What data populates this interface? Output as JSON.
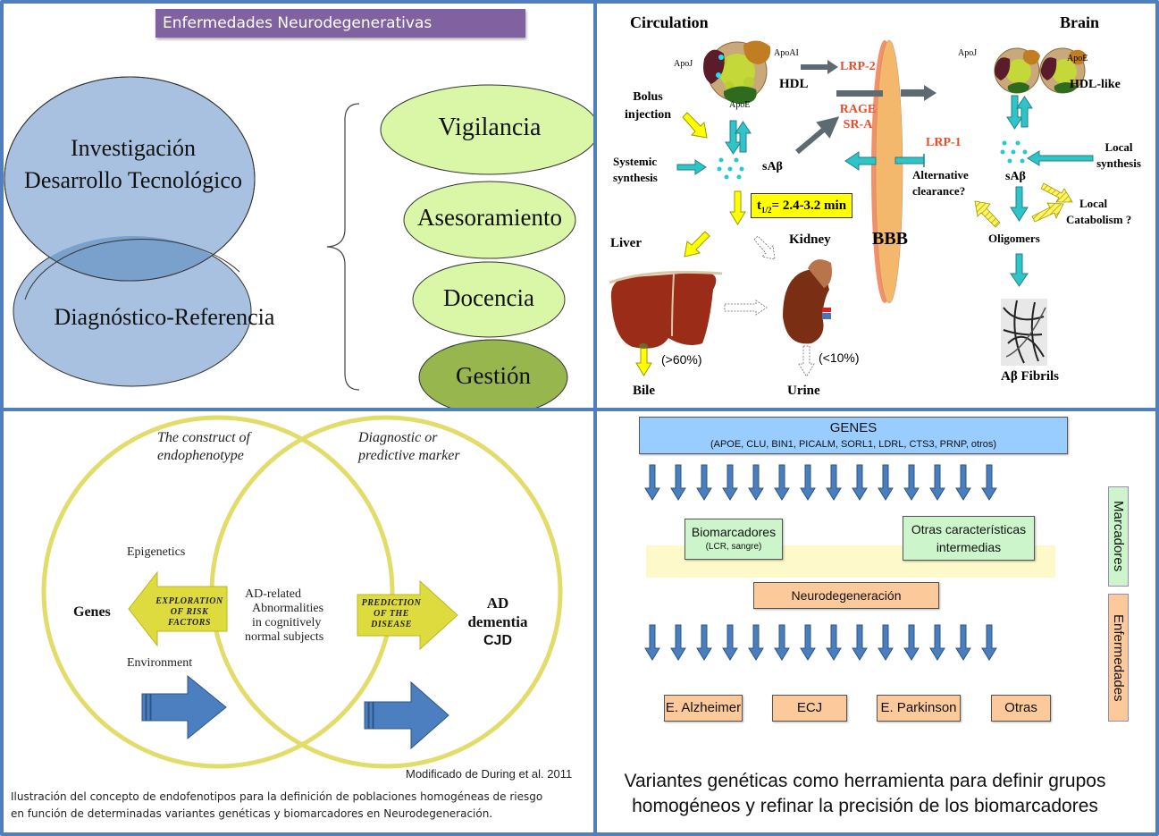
{
  "panel_top_left": {
    "title": "Enfermedades Neurodegenerativas",
    "ellipse_top": [
      "Investigación",
      "Desarrollo Tecnológico"
    ],
    "ellipse_bottom": "Diagnóstico-Referencia",
    "activities": [
      "Vigilancia",
      "Asesoramiento",
      "Docencia",
      "Gestión"
    ],
    "colors": {
      "title_bg": "#8062a0",
      "ellipse_fill": "#a8c1e0",
      "ellipse_overlap": "#7aa0cc",
      "activity_light": "#d9f7a6",
      "activity_dark": "#97b64e"
    }
  },
  "panel_top_right": {
    "circulation": "Circulation",
    "brain": "Brain",
    "apoj": "ApoJ",
    "apoai": "ApoAI",
    "apoe": "ApoE",
    "hdl": "HDL",
    "hdl_like": "HDL-like",
    "lrp2": "LRP-2",
    "rage": "RAGE",
    "sra": "SR-A",
    "lrp1": "LRP-1",
    "bolus": [
      "Bolus",
      "injection"
    ],
    "systemic": [
      "Systemic",
      "synthesis"
    ],
    "sab": "sAβ",
    "half_life": "= 2.4-3.2 min",
    "half_life_t": "t",
    "half_life_sub": "1/2",
    "liver": "Liver",
    "kidney": "Kidney",
    "bbb": "BBB",
    "bile": "Bile",
    "urine": "Urine",
    "bile_pct": "(>60%)",
    "urine_pct": "(<10%)",
    "alternative": [
      "Alternative",
      "clearance?"
    ],
    "local_synthesis": [
      "Local",
      "synthesis"
    ],
    "local_catabolism": [
      "Local",
      "Catabolism ?"
    ],
    "oligomers": "Oligomers",
    "fibrils": "Aβ Fibrils"
  },
  "panel_bottom_left": {
    "construct": [
      "The construct of",
      "endophenotype"
    ],
    "diagnostic": [
      "Diagnostic or",
      "predictive marker"
    ],
    "epigenetics": "Epigenetics",
    "genes": "Genes",
    "environment": "Environment",
    "exploration": [
      "EXPLORATION",
      "OF RISK",
      "FACTORS"
    ],
    "prediction": [
      "PREDICTION",
      "OF THE",
      "DISEASE"
    ],
    "ad_related": [
      "AD-related",
      "Abnormalities",
      "in cognitively",
      "normal subjects"
    ],
    "ad": "AD",
    "dementia": "dementia",
    "cjd": "CJD",
    "credit": "Modificado de During et al. 2011",
    "caption": [
      "Ilustración del concepto de endofenotipos para la definición de poblaciones homogéneas de riesgo",
      "en función de determinadas variantes genéticas y biomarcadores en Neurodegeneración."
    ]
  },
  "panel_bottom_right": {
    "genes_title": "GENES",
    "genes_list": "(APOE, CLU, BIN1, PICALM,  SORL1, LDRL, CTS3, PRNP, otros)",
    "biomarcadores": "Biomarcadores",
    "biomarcadores_sub": "(LCR, sangre)",
    "otras_caracteristicas": [
      "Otras características",
      "intermedias"
    ],
    "neurodegeneracion": "Neurodegeneración",
    "diseases": [
      "E. Alzheimer",
      "ECJ",
      "E. Parkinson",
      "Otras"
    ],
    "side_marcadores": "Marcadores",
    "side_enfermedades": "Enfermedades",
    "caption": [
      "Variantes genéticas como herramienta para definir grupos",
      "homogéneos y refinar la precisión de los biomarcadores"
    ],
    "arrow_rows": 2,
    "arrows_per_row": 14,
    "colors": {
      "genes_bg": "#99ccff",
      "green_box": "#ccf5cc",
      "orange_box": "#fcc99b",
      "band": "#fdf9c8",
      "arrow": "#4a7ebf"
    }
  }
}
